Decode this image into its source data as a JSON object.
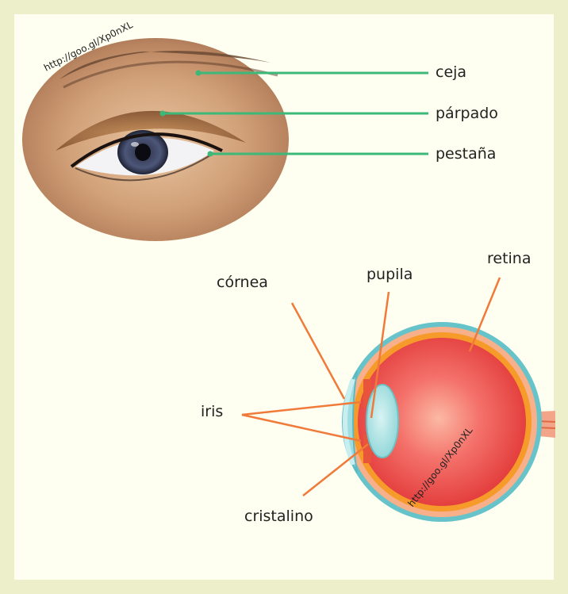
{
  "external_eye": {
    "watermark": "http://goo.gl/Xp0nXL",
    "labels": {
      "ceja": "ceja",
      "parpado": "párpado",
      "pestana": "pestaña"
    }
  },
  "eye_section": {
    "watermark": "http://goo.gl/Xp0nXL",
    "labels": {
      "cornea": "córnea",
      "pupila": "pupila",
      "retina": "retina",
      "iris": "iris",
      "cristalino": "cristalino"
    }
  },
  "colors": {
    "background": "#ecefc9",
    "panel": "#fefff0",
    "leader_green": "#3cb878",
    "leader_orange": "#f07a3a"
  }
}
